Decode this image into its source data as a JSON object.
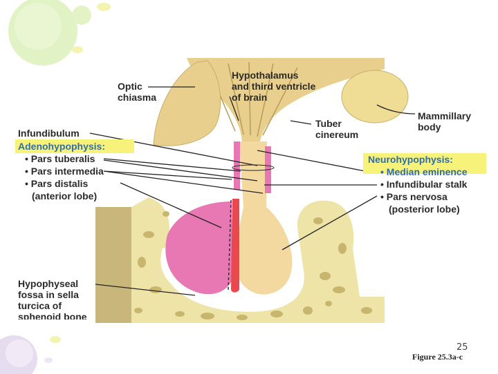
{
  "diagram": {
    "labels": {
      "optic_chiasma": [
        "Optic",
        "chiasma"
      ],
      "hypothalamus": [
        "Hypothalamus",
        "and third ventricle",
        "of brain"
      ],
      "mammillary_body": [
        "Mammillary",
        "body"
      ],
      "tuber_cinereum": [
        "Tuber",
        "cinereum"
      ],
      "infundibulum": "Infundibulum",
      "adenohypophysis": "Adenohypophysis:",
      "pars_tuberalis": "• Pars tuberalis",
      "pars_intermedia": "• Pars intermedia",
      "pars_distalis": "• Pars distalis",
      "anterior_lobe": "(anterior lobe)",
      "neurohypophysis": "Neurohypophysis:",
      "median_eminence": "• Median eminence",
      "infundibular_stalk": "• Infundibular stalk",
      "pars_nervosa": "• Pars nervosa",
      "posterior_lobe": "(posterior lobe)",
      "hypophyseal_fossa": [
        "Hypophyseal",
        "fossa in sella",
        "turcica of",
        "sphenoid bone"
      ]
    }
  },
  "footer": {
    "page_number": "25",
    "figure_ref": "Figure 25.3a-c"
  },
  "colors": {
    "bone": "#efe4a8",
    "neural": "#f3d9a0",
    "adeno_pink": "#e878b4",
    "red_strip": "#e8484e",
    "highlight": "#f7f27a",
    "blue_text": "#2f6ea8"
  }
}
